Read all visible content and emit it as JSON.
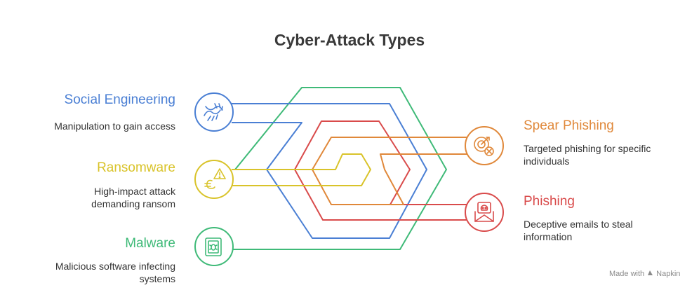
{
  "title": "Cyber-Attack Types",
  "items": {
    "social_engineering": {
      "label": "Social Engineering",
      "desc": "Manipulation to gain access",
      "color": "#4a7fd4",
      "icon": "tangled-hands-icon"
    },
    "ransomware": {
      "label": "Ransomware",
      "desc_lines": [
        "High-impact attack",
        "demanding ransom"
      ],
      "color": "#d9c32a",
      "icon": "warning-currency-icon"
    },
    "malware": {
      "label": "Malware",
      "desc_lines": [
        "Malicious software infecting",
        "systems"
      ],
      "color": "#3fba78",
      "icon": "bug-document-icon"
    },
    "spear_phishing": {
      "label": "Spear Phishing",
      "desc_lines": [
        "Targeted phishing for specific",
        "individuals"
      ],
      "color": "#e0883a",
      "icon": "target-x-icon"
    },
    "phishing": {
      "label": "Phishing",
      "desc_lines": [
        "Deceptive emails to steal",
        "information"
      ],
      "color": "#d94b4b",
      "icon": "skull-envelope-icon"
    }
  },
  "footer": {
    "made_with": "Made with",
    "brand": "Napkin"
  }
}
